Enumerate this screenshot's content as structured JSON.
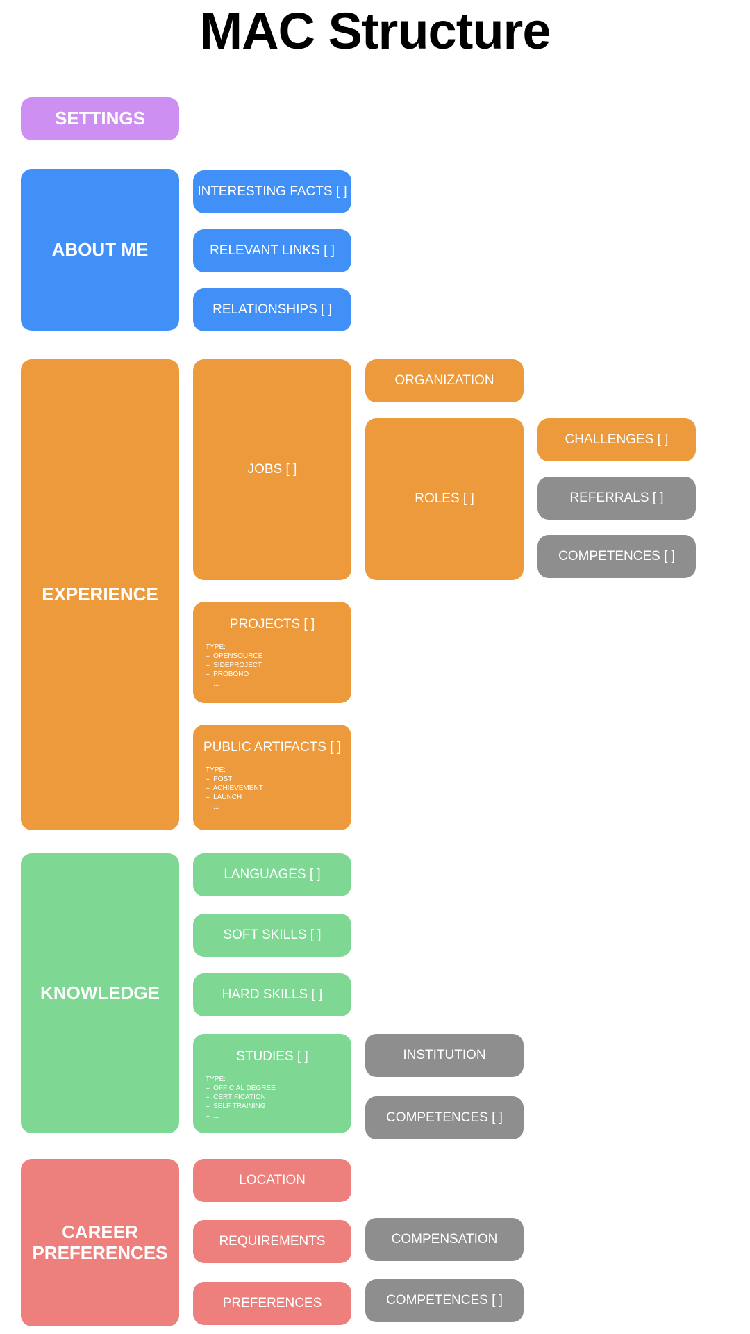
{
  "page": {
    "title": "MAC Structure",
    "background": "#FFFFFF"
  },
  "colors": {
    "settings": "#CE8FF2",
    "about_me": "#4190F7",
    "experience": "#EC9A3C",
    "knowledge": "#7ED894",
    "career_preferences": "#ED807D",
    "neutral": "#8E8E8E",
    "text": "#FFFFFF",
    "title_text": "#000000"
  },
  "sections": {
    "settings": {
      "label": "SETTINGS"
    },
    "about_me": {
      "label": "ABOUT ME",
      "children": [
        {
          "label": "INTERESTING FACTS [ ]"
        },
        {
          "label": "RELEVANT LINKS [ ]"
        },
        {
          "label": "RELATIONSHIPS [ ]"
        }
      ]
    },
    "experience": {
      "label": "EXPERIENCE",
      "jobs": {
        "label": "JOBS [ ]"
      },
      "organization": {
        "label": "ORGANIZATION"
      },
      "roles": {
        "label": "ROLES [ ]"
      },
      "challenges": {
        "label": "CHALLENGES [ ]"
      },
      "referrals": {
        "label": "REFERRALS [ ]"
      },
      "role_competences": {
        "label": "COMPETENCES [ ]"
      },
      "projects": {
        "label": "PROJECTS [ ]",
        "type_heading": "TYPE:",
        "type_items": [
          "–  OPENSOURCE",
          "–  SIDEPROJECT",
          "–  PROBONO",
          "–  ..."
        ]
      },
      "public_artifacts": {
        "label": "PUBLIC ARTIFACTS [ ]",
        "type_heading": "TYPE:",
        "type_items": [
          "–  POST",
          "–  ACHIEVEMENT",
          "–  LAUNCH",
          "–  ..."
        ]
      }
    },
    "knowledge": {
      "label": "KNOWLEDGE",
      "languages": {
        "label": "LANGUAGES [ ]"
      },
      "soft_skills": {
        "label": "SOFT SKILLS [ ]"
      },
      "hard_skills": {
        "label": "HARD SKILLS [ ]"
      },
      "studies": {
        "label": "STUDIES [ ]",
        "type_heading": "TYPE:",
        "type_items": [
          "–  OFFICIAL DEGREE",
          "–  CERTIFICATION",
          "–  SELF TRAINING",
          "–  ..."
        ]
      },
      "institution": {
        "label": "INSTITUTION"
      },
      "study_competences": {
        "label": "COMPETENCES [ ]"
      }
    },
    "career_preferences": {
      "label": "CAREER\nPREFERENCES",
      "label_line_1": "CAREER",
      "label_line_2": "PREFERENCES",
      "location": {
        "label": "LOCATION"
      },
      "requirements": {
        "label": "REQUIREMENTS"
      },
      "preferences": {
        "label": "PREFERENCES"
      },
      "compensation": {
        "label": "COMPENSATION"
      },
      "pref_competences": {
        "label": "COMPETENCES [ ]"
      }
    }
  }
}
